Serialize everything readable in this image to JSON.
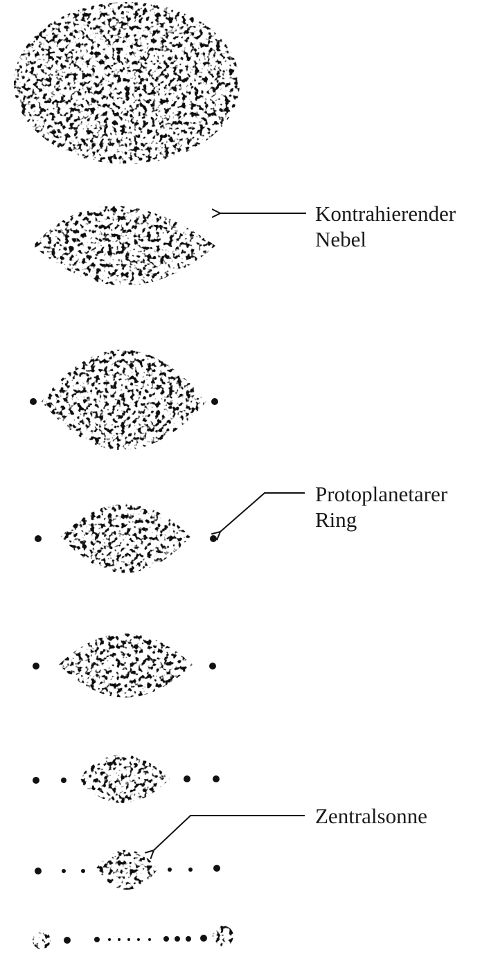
{
  "labels": {
    "nebula": {
      "line1": "Kontrahierender",
      "line2": "Nebel"
    },
    "ring": {
      "line1": "Protoplanetarer",
      "line2": "Ring"
    },
    "sun": {
      "line1": "Zentralsonne"
    }
  },
  "ink_color": "#111111",
  "stage_count": 8
}
